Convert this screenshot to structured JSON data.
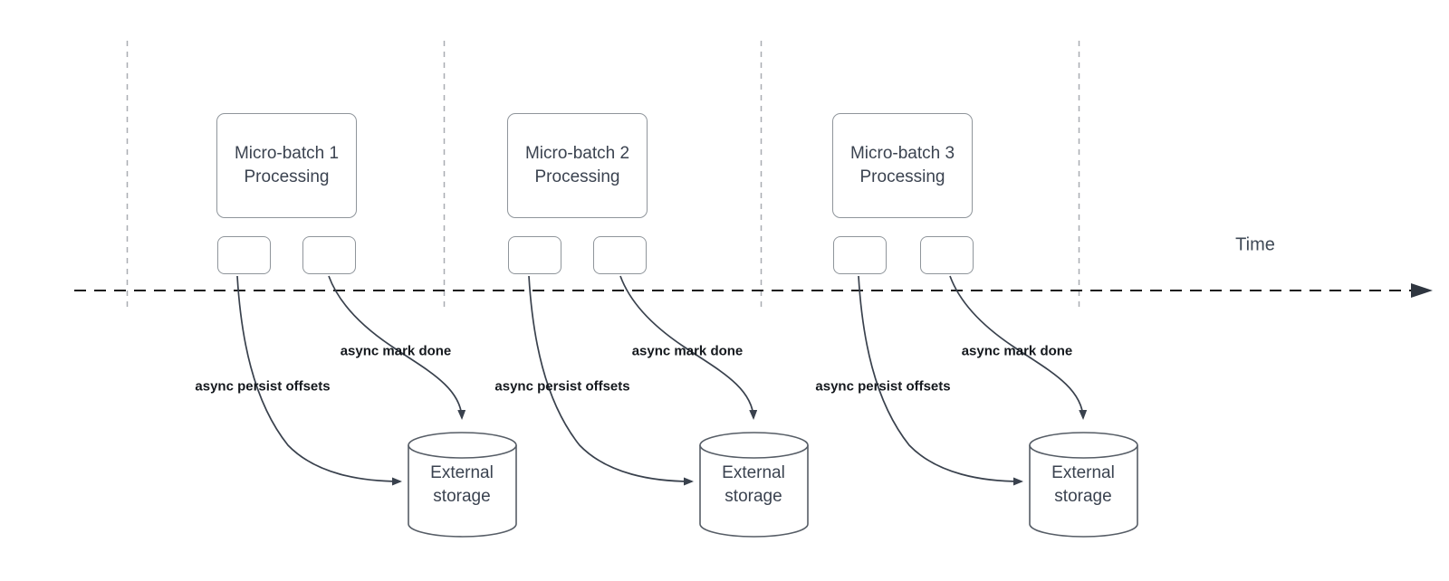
{
  "diagram": {
    "time_label": "Time",
    "colors": {
      "arrow_stroke": "#39414d",
      "box_border": "#8f959b",
      "guide_line": "#a9adb2",
      "timeline": "#1a1a1a"
    },
    "groups": [
      {
        "box_title_line1": "Micro-batch 1",
        "box_title_line2": "Processing",
        "persist_label": "async persist offsets",
        "mark_done_label": "async mark done",
        "storage_line1": "External",
        "storage_line2": "storage"
      },
      {
        "box_title_line1": "Micro-batch 2",
        "box_title_line2": "Processing",
        "persist_label": "async persist offsets",
        "mark_done_label": "async mark done",
        "storage_line1": "External",
        "storage_line2": "storage"
      },
      {
        "box_title_line1": "Micro-batch 3",
        "box_title_line2": "Processing",
        "persist_label": "async persist offsets",
        "mark_done_label": "async mark done",
        "storage_line1": "External",
        "storage_line2": "storage"
      }
    ]
  }
}
